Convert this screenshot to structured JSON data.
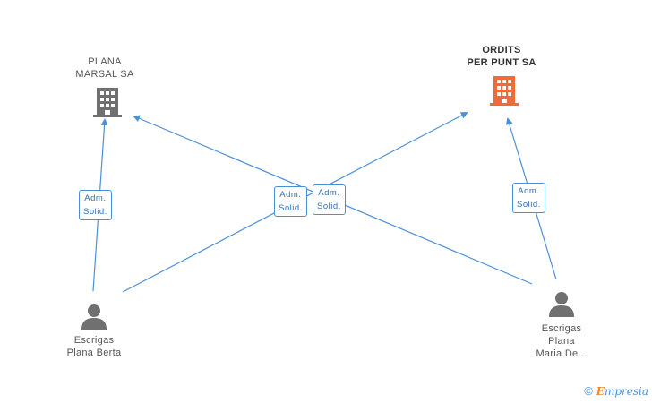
{
  "companies": [
    {
      "id": "plana",
      "lines": [
        "PLANA",
        "MARSAL SA"
      ],
      "color": "#707070",
      "highlight": false
    },
    {
      "id": "ordits",
      "lines": [
        "ORDITS",
        "PER PUNT SA"
      ],
      "color": "#f06a3a",
      "highlight": true
    }
  ],
  "persons": [
    {
      "id": "berta",
      "lines": [
        "Escrigas",
        "Plana Berta"
      ]
    },
    {
      "id": "maria",
      "lines": [
        "Escrigas",
        "Plana",
        "Maria De..."
      ]
    }
  ],
  "edges": [
    {
      "from": "berta",
      "to": "plana",
      "label": [
        "Adm.",
        "Solid."
      ]
    },
    {
      "from": "berta",
      "to": "ordits",
      "label": [
        "Adm.",
        "Solid."
      ]
    },
    {
      "from": "maria",
      "to": "plana",
      "label": [
        "Adm.",
        "Solid."
      ]
    },
    {
      "from": "maria",
      "to": "ordits",
      "label": [
        "Adm.",
        "Solid."
      ]
    }
  ],
  "footer": {
    "copyright": "©",
    "brand_initial": "E",
    "brand_rest": "mpresia"
  },
  "colors": {
    "edge": "#4a90d9",
    "person": "#707070"
  }
}
